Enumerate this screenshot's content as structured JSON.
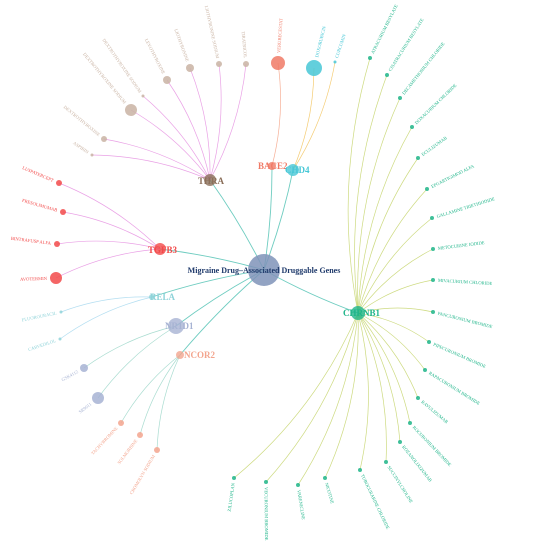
{
  "center": {
    "label": "Migraine Drug–Associated Druggable Genes",
    "color": "#7f93b8"
  },
  "genes": [
    {
      "id": "THRA",
      "label": "THRA",
      "color": "#8b6f5a",
      "edge_color": "#e58fe0",
      "drugs": [
        {
          "label": "ASPIRIN",
          "color": "#c9b3a3"
        },
        {
          "label": "DEXTROTHYROXINE",
          "color": "#c9b3a3"
        },
        {
          "label": "DEXTROTHYROXINE SODIUM",
          "color": "#c9b3a3"
        },
        {
          "label": "DEXTROTHYROXINE SODIUM",
          "color": "#c9b3a3"
        },
        {
          "label": "LEVOTHYROXINE",
          "color": "#c9b3a3"
        },
        {
          "label": "LIOTHYRONINE",
          "color": "#c9b3a3"
        },
        {
          "label": "LIOTHYRONINE SODIUM",
          "color": "#c9b3a3"
        },
        {
          "label": "TIRATRICOL",
          "color": "#c9b3a3"
        }
      ]
    },
    {
      "id": "BACE2",
      "label": "BACE2",
      "color": "#f07a66",
      "edge_color": "#f4a184",
      "drugs": [
        {
          "label": "VERUBECESTAT",
          "color": "#f07a66"
        }
      ]
    },
    {
      "id": "CHD4",
      "label": "CHD4",
      "color": "#46c7d6",
      "edge_color": "#f2c35a",
      "drugs": [
        {
          "label": "DOXORUBICIN",
          "color": "#46c7d6"
        },
        {
          "label": "CURCUMIN",
          "color": "#46c7d6"
        }
      ]
    },
    {
      "id": "CHRNB1",
      "label": "CHRNB1",
      "color": "#1fb58a",
      "edge_color": "#c4d36a",
      "drugs": [
        {
          "label": "ATRACURIUM BESYLATE",
          "color": "#1fb58a"
        },
        {
          "label": "CISATRACURIUM BESYLATE",
          "color": "#1fb58a"
        },
        {
          "label": "DECAMETHONIUM CHLORIDE",
          "color": "#1fb58a"
        },
        {
          "label": "DOXACURIUM CHLORIDE",
          "color": "#1fb58a"
        },
        {
          "label": "ECULIZUMAB",
          "color": "#1fb58a"
        },
        {
          "label": "EFGARTIGIMOD ALFA",
          "color": "#1fb58a"
        },
        {
          "label": "GALLAMINE TRIETHIODIDE",
          "color": "#1fb58a"
        },
        {
          "label": "METOCURINE IODIDE",
          "color": "#1fb58a"
        },
        {
          "label": "MIVACURIUM CHLORIDE",
          "color": "#1fb58a"
        },
        {
          "label": "PANCURONIUM BROMIDE",
          "color": "#1fb58a"
        },
        {
          "label": "PIPECURONIUM BROMIDE",
          "color": "#1fb58a"
        },
        {
          "label": "RAPACURONIUM BROMIDE",
          "color": "#1fb58a"
        },
        {
          "label": "RAVULIZUMAB",
          "color": "#1fb58a"
        },
        {
          "label": "ROCURONIUM BROMIDE",
          "color": "#1fb58a"
        },
        {
          "label": "ROZANOLIXIZUMAB",
          "color": "#1fb58a"
        },
        {
          "label": "SUCCINYLCHOLINE",
          "color": "#1fb58a"
        },
        {
          "label": "TUBOCURARINE CHLORIDE",
          "color": "#1fb58a"
        },
        {
          "label": "NICOTINE",
          "color": "#1fb58a"
        },
        {
          "label": "VARENICLINE",
          "color": "#1fb58a"
        },
        {
          "label": "VECURONIUM BROMIDE",
          "color": "#1fb58a"
        },
        {
          "label": "ZILUCOPLAN",
          "color": "#1fb58a"
        }
      ]
    },
    {
      "id": "NCOR2",
      "label": "NCOR2",
      "color": "#f3a58e",
      "edge_color": "#9ad6c8",
      "drugs": [
        {
          "label": "TACHYBROMINE",
          "color": "#f3a58e"
        },
        {
          "label": "SOLMORBINE",
          "color": "#f3a58e"
        },
        {
          "label": "CROMOLYN SODIUM",
          "color": "#f3a58e"
        }
      ]
    },
    {
      "id": "NR1D1",
      "label": "NR1D1",
      "color": "#a7b3d3",
      "edge_color": "#9ad6c8",
      "drugs": [
        {
          "label": "GSK4112",
          "color": "#a7b3d3"
        },
        {
          "label": "SR9011",
          "color": "#a7b3d3"
        }
      ]
    },
    {
      "id": "RELA",
      "label": "RELA",
      "color": "#8fd3d9",
      "edge_color": "#a6d8ee",
      "drugs": [
        {
          "label": "CARVEDILOL",
          "color": "#8fd3d9"
        },
        {
          "label": "FLUOROURACIL",
          "color": "#8fd3d9"
        }
      ]
    },
    {
      "id": "TGFB3",
      "label": "TGFB3",
      "color": "#f24a4a",
      "edge_color": "#e58fe0",
      "drugs": [
        {
          "label": "AVOTERMIN",
          "color": "#f24a4a"
        },
        {
          "label": "BINTRAFUSP ALFA",
          "color": "#f24a4a"
        },
        {
          "label": "FRESOLIMUMAB",
          "color": "#f24a4a"
        },
        {
          "label": "LUSPATERCEPT",
          "color": "#f24a4a"
        }
      ]
    }
  ],
  "hub_edge_color": "#5ec7b9"
}
